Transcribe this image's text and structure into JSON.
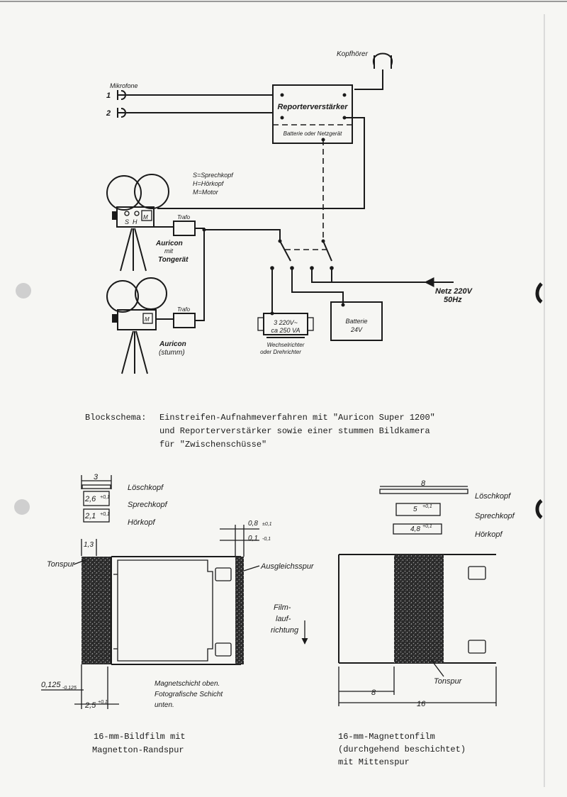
{
  "block_diagram": {
    "headphones": "Kopfhörer",
    "microphones": "Mikrofone",
    "mic_1": "1",
    "mic_2": "2",
    "amplifier": "Reporterverstärker",
    "power_supply": "Batterie oder Netzgerät",
    "legend": [
      "S=Sprechkopf",
      "H=Hörkopf",
      "M=Motor"
    ],
    "camera1_marks": [
      "S",
      "H",
      "M"
    ],
    "camera2_mark": "M",
    "trafo_1": "Trafo",
    "trafo_2": "Trafo",
    "camera1_name": [
      "Auricon",
      "mit",
      "Tongerät"
    ],
    "camera2_name": [
      "Auricon",
      "(stumm)"
    ],
    "mains": [
      "Netz 220V",
      "50Hz"
    ],
    "inverter_box": [
      "3 220V~",
      "ca 250 VA"
    ],
    "inverter_caption": [
      "Wechselrichter",
      "oder Drehrichter"
    ],
    "battery": [
      "Batterie",
      "24V"
    ]
  },
  "caption_block": {
    "label": "Blockschema:",
    "lines": [
      "Einstreifen-Aufnahmeverfahren mit \"Auricon Super 1200\"",
      "und Reporterverstärker sowie einer stummen Bildkamera",
      "für \"Zwischenschüsse\""
    ]
  },
  "film_left": {
    "dim_3": "3",
    "dim_26": "2,6",
    "tol_26": "+0,1",
    "dim_21": "2,1",
    "tol_21": "+0,1",
    "dim_13": "1,3",
    "dim_08": "0,8",
    "tol_08": "±0,1",
    "dim_01": "0,1",
    "tol_01": "-0,1",
    "dim_0125": "0,125",
    "tol_0125": "-0,125",
    "dim_25": "2,5",
    "tol_25": "+0,1",
    "heads": [
      "Löschkopf",
      "Sprechkopf",
      "Hörkopf"
    ],
    "sound_track": "Tonspur",
    "balance_track": "Ausgleichsspur",
    "direction": [
      "Film-",
      "lauf-",
      "richtung"
    ],
    "layer_note": [
      "Magnetschicht oben.",
      "Fotografische Schicht",
      "unten."
    ],
    "caption": [
      "16-mm-Bildfilm mit",
      "Magnetton-Randspur"
    ]
  },
  "film_right": {
    "dim_8_top": "8",
    "dim_5": "5",
    "tol_5": "+0,1",
    "dim_48": "4,8",
    "tol_48": "+0,1",
    "dim_8_bottom": "8",
    "dim_16": "16",
    "heads": [
      "Löschkopf",
      "Sprechkopf",
      "Hörkopf"
    ],
    "sound_track": "Tonspur",
    "caption": [
      "16-mm-Magnettonfilm",
      "(durchgehend beschichtet)",
      "mit Mittenspur"
    ]
  }
}
